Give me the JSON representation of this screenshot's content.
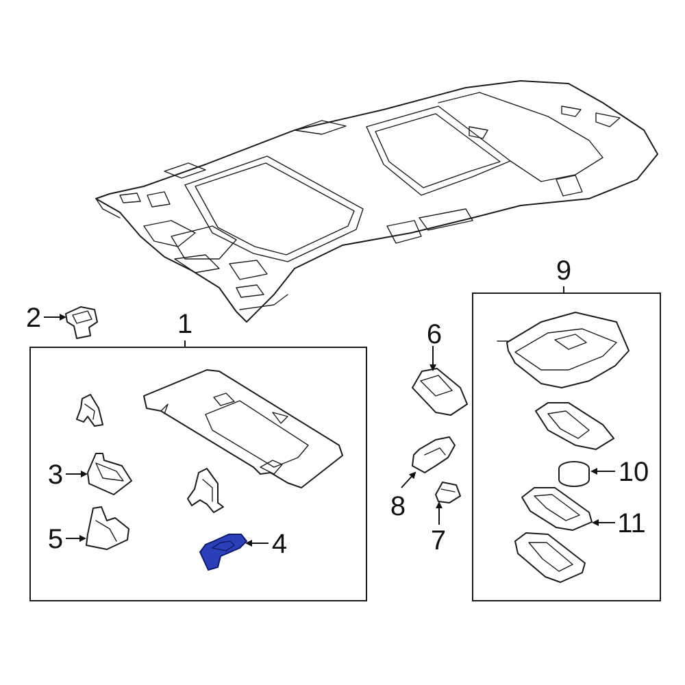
{
  "diagram": {
    "highlight_color": "#2b3fb8",
    "line_color": "#1a1a1a",
    "callouts": {
      "c1": "1",
      "c2": "2",
      "c3": "3",
      "c4": "4",
      "c5": "5",
      "c6": "6",
      "c7": "7",
      "c8": "8",
      "c9": "9",
      "c10": "10",
      "c11": "11"
    },
    "highlighted_part": "4"
  }
}
